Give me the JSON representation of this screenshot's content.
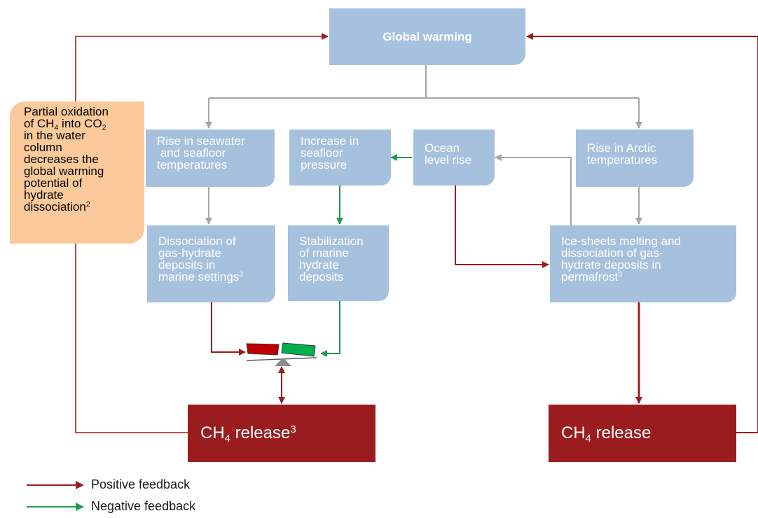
{
  "nodes": {
    "global_warming": "Global warming",
    "partial_oxidation": {
      "l1": "Partial oxidation",
      "l2_pre": "of CH",
      "l2_sub1": "4",
      "l2_mid": " into CO",
      "l2_sub2": "2",
      "l3": "in the water",
      "l4": "column",
      "l5": "decreases the",
      "l6": "global warming",
      "l7": "potential of",
      "l8": "hydrate",
      "l9": "dissociation",
      "l9_sup": "2"
    },
    "rise_seawater": {
      "l1": "Rise in seawater",
      "l2": " and seafloor",
      "l3": "temperatures"
    },
    "increase_pressure": {
      "l1": "Increase in",
      "l2": "seafloor",
      "l3": "pressure"
    },
    "ocean_level": {
      "l1": "Ocean",
      "l2": "level rise"
    },
    "rise_arctic": {
      "l1": "Rise in Arctic",
      "l2": "temperatures"
    },
    "dissociation_marine": {
      "l1": "Dissociation of",
      "l2": "gas-hydrate",
      "l3": "deposits in",
      "l4": "marine settings",
      "l4_sup": "3"
    },
    "stabilization": {
      "l1": "Stabilization",
      "l2": "of marine",
      "l3": "hydrate",
      "l4": "deposits"
    },
    "ice_sheets": {
      "l1": "Ice-sheets melting and",
      "l2": "dissociation of gas-",
      "l3": "hydrate deposits in",
      "l4": "permafrost",
      "l4_sup": "3"
    },
    "ch4_release_left": {
      "pre": "CH",
      "sub": "4",
      "post": " release",
      "sup": "3"
    },
    "ch4_release_right": {
      "pre": "CH",
      "sub": "4",
      "post": " release"
    }
  },
  "legend": {
    "positive": "Positive feedback",
    "negative": "Negative feedback"
  },
  "colors": {
    "positive": "#9b1c1f",
    "negative": "#1e9b4e",
    "neutral": "#a6a6a6",
    "box": "#a6c1de",
    "note": "#fbc99a",
    "release": "#9b1c1f",
    "balance_red": "#c00000",
    "balance_green": "#00b050"
  }
}
